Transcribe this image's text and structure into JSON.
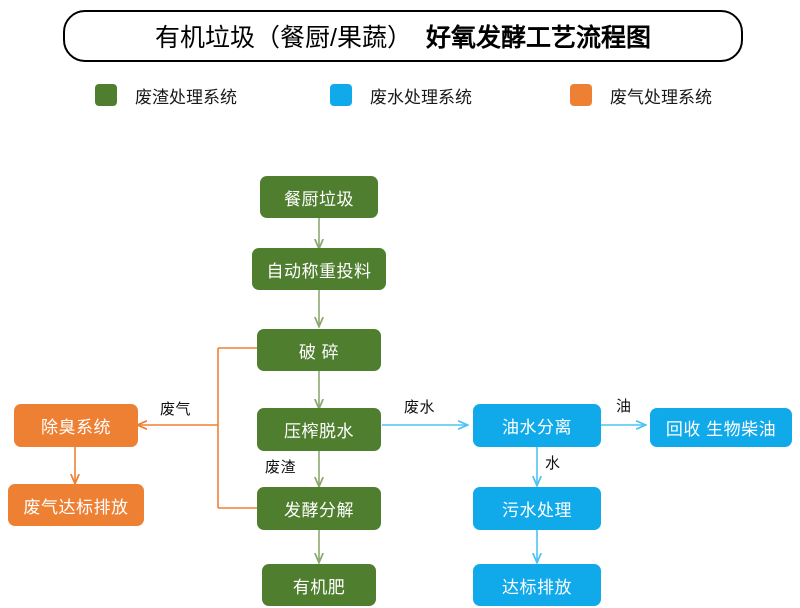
{
  "header": {
    "title_plain": "有机垃圾（餐厨/果蔬）",
    "title_bold": "好氧发酵工艺流程图"
  },
  "legend": {
    "items": [
      {
        "label": "废渣处理系统",
        "color": "#4F7E2F",
        "swatch": "green-square-icon"
      },
      {
        "label": "废水处理系统",
        "color": "#10A9EA",
        "swatch": "blue-square-icon"
      },
      {
        "label": "废气处理系统",
        "color": "#EE8034",
        "swatch": "orange-square-icon"
      }
    ]
  },
  "flow": {
    "nodes": [
      {
        "id": "canchu-laji",
        "label": "餐厨垃圾",
        "system": "废渣处理系统"
      },
      {
        "id": "zidong-chengzhong",
        "label": "自动称重投料",
        "system": "废渣处理系统"
      },
      {
        "id": "posui",
        "label": "破 碎",
        "system": "废渣处理系统"
      },
      {
        "id": "yazha-tuoshui",
        "label": "压榨脱水",
        "system": "废渣处理系统"
      },
      {
        "id": "fajiao-fenjie",
        "label": "发酵分解",
        "system": "废渣处理系统"
      },
      {
        "id": "youjifei",
        "label": "有机肥",
        "system": "废渣处理系统"
      },
      {
        "id": "youshui-fenli",
        "label": "油水分离",
        "system": "废水处理系统"
      },
      {
        "id": "huishou-chaiyou",
        "label": "回收 生物柴油",
        "system": "废水处理系统"
      },
      {
        "id": "wushui-chuli",
        "label": "污水处理",
        "system": "废水处理系统"
      },
      {
        "id": "dabiao-paifang",
        "label": "达标排放",
        "system": "废水处理系统"
      },
      {
        "id": "chuchou-xitong",
        "label": "除臭系统",
        "system": "废气处理系统"
      },
      {
        "id": "feiqi-dabiao",
        "label": "废气达标排放",
        "system": "废气处理系统"
      }
    ],
    "edge_labels": {
      "feiqi": "废气",
      "feishui": "废水",
      "feizha": "废渣",
      "you": "油",
      "shui": "水"
    }
  },
  "colors": {
    "green": "#4F7E2F",
    "blue": "#10A9EA",
    "orange": "#EE8034",
    "green_arrow": "#8BA86F",
    "blue_arrow": "#4FC3F0",
    "orange_arrow": "#EE8034",
    "background": "#FFFFFF",
    "title_border": "#000000"
  }
}
